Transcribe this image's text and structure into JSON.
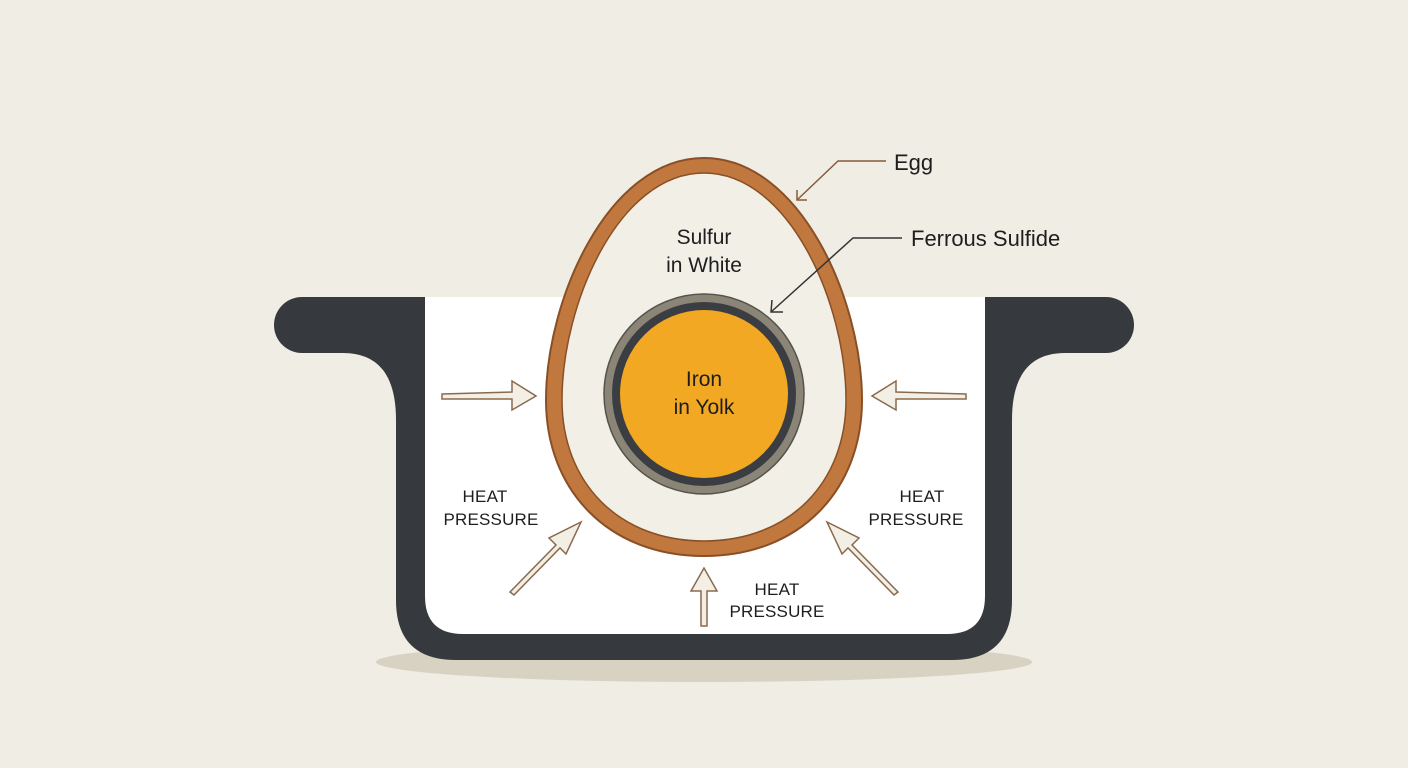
{
  "diagram": {
    "colors": {
      "background": "#efede4",
      "pot": "#36393d",
      "pot_inner": "#ffffff",
      "shadow": "#d8d2c2",
      "shell": "#c0783f",
      "shell_outline": "#8a4f25",
      "egg_white": "#f1efe6",
      "yolk": "#f2a823",
      "sulfide_ring_outer": "#8a8576",
      "sulfide_ring_inner": "#3a3d42",
      "arrow_fill": "#f3efe4",
      "arrow_stroke": "#8a6a4e",
      "leader_egg": "#8a5a3a",
      "leader_sulfide": "#333333"
    },
    "callouts": {
      "egg": "Egg",
      "ferrous_sulfide": "Ferrous Sulfide"
    },
    "labels": {
      "white_line1": "Sulfur",
      "white_line2": "in White",
      "yolk_line1": "Iron",
      "yolk_line2": "in Yolk"
    },
    "forces": [
      {
        "position": "lower-left",
        "line1": "HEAT",
        "line2": "PRESSURE"
      },
      {
        "position": "lower-right",
        "line1": "HEAT",
        "line2": "PRESSURE"
      },
      {
        "position": "bottom",
        "line1": "HEAT",
        "line2": "PRESSURE"
      }
    ],
    "arrows": [
      "left",
      "right",
      "lower-left",
      "lower-right",
      "bottom"
    ]
  }
}
